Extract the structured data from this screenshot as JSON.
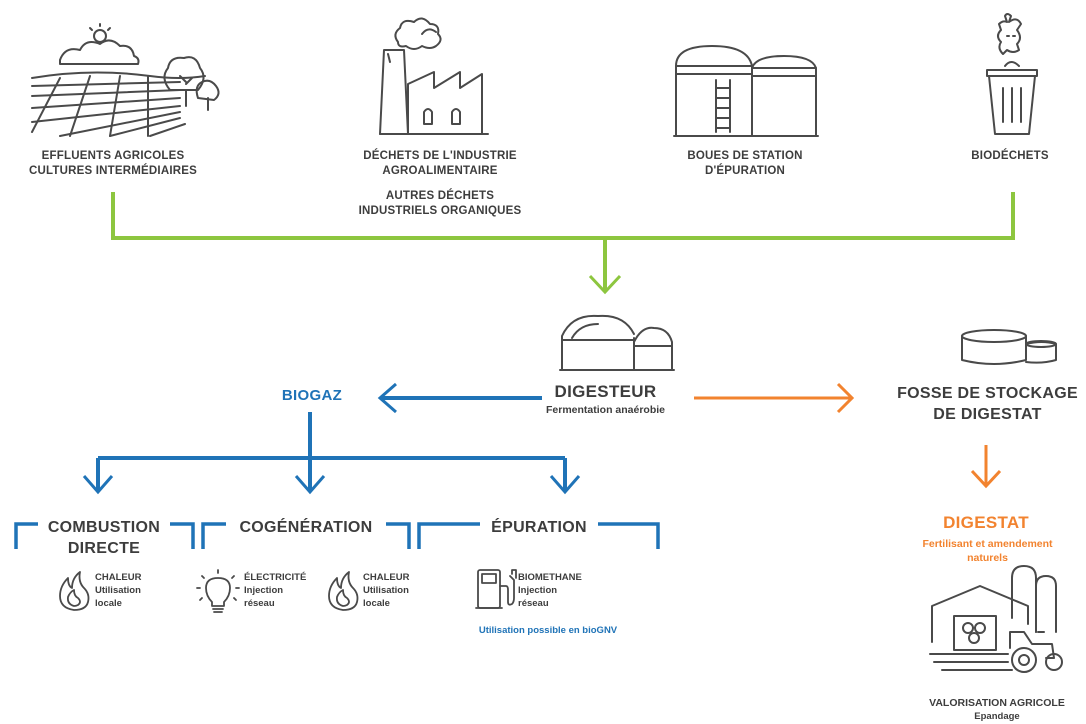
{
  "colors": {
    "green": "#8dc63f",
    "blue": "#1f73b7",
    "orange": "#f2832f",
    "gray": "#4a4a4a"
  },
  "sources": [
    {
      "lines": [
        "EFFLUENTS AGRICOLES",
        "CULTURES INTERMÉDIAIRES"
      ],
      "icon": "farm-field-icon"
    },
    {
      "lines": [
        "DÉCHETS DE L'INDUSTRIE",
        "AGROALIMENTAIRE"
      ],
      "extra": [
        "AUTRES DÉCHETS",
        "INDUSTRIELS ORGANIQUES"
      ],
      "icon": "factory-icon"
    },
    {
      "lines": [
        "BOUES DE STATION",
        "D'ÉPURATION"
      ],
      "icon": "treatment-tanks-icon"
    },
    {
      "lines": [
        "BIODÉCHETS"
      ],
      "icon": "trash-bin-icon"
    }
  ],
  "digester": {
    "title": "DIGESTEUR",
    "subtitle": "Fermentation anaérobie",
    "icon": "digester-icon"
  },
  "biogas": {
    "title": "BIOGAZ"
  },
  "storage": {
    "title_line1": "FOSSE DE STOCKAGE",
    "title_line2": "DE DIGESTAT",
    "icon": "storage-tank-icon"
  },
  "digestate": {
    "title": "DIGESTAT",
    "subtitle_line1": "Fertilisant et amendement",
    "subtitle_line2": "naturels"
  },
  "agri": {
    "title": "VALORISATION AGRICOLE",
    "subtitle": "Epandage",
    "icon": "farm-tractor-icon"
  },
  "uses": {
    "combustion": {
      "title_line1": "COMBUSTION",
      "title_line2": "DIRECTE",
      "items": [
        {
          "icon": "flame-icon",
          "l1": "CHALEUR",
          "l2": "Utilisation",
          "l3": "locale"
        }
      ]
    },
    "cogeneration": {
      "title": "COGÉNÉRATION",
      "items": [
        {
          "icon": "lightbulb-icon",
          "l1": "ÉLECTRICITÉ",
          "l2": "Injection",
          "l3": "réseau"
        },
        {
          "icon": "flame-icon",
          "l1": "CHALEUR",
          "l2": "Utilisation",
          "l3": "locale"
        }
      ]
    },
    "purification": {
      "title": "ÉPURATION",
      "items": [
        {
          "icon": "fuel-pump-icon",
          "l1": "BIOMETHANE",
          "l2": "Injection",
          "l3": "réseau"
        }
      ],
      "note": "Utilisation possible en bioGNV"
    }
  }
}
